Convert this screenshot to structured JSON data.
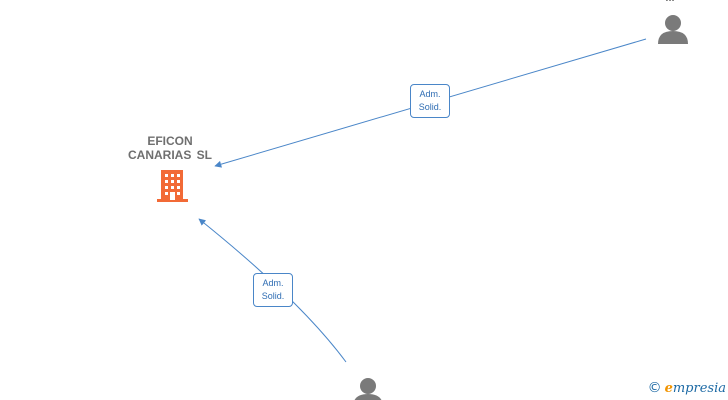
{
  "company": {
    "name_line1": "EFICON",
    "name_line2": "CANARIAS  SL",
    "icon": "building-icon",
    "color": "#f26a36"
  },
  "persons": {
    "top_right_label": "...",
    "icon": "person-icon",
    "color": "#7a7a7a"
  },
  "edges": [
    {
      "label_line1": "Adm.",
      "label_line2": "Solid."
    },
    {
      "label_line1": "Adm.",
      "label_line2": "Solid."
    }
  ],
  "edge_color": "#4a86c8",
  "watermark": {
    "copyright": "©",
    "brand_first": "e",
    "brand_rest": "mpresia"
  }
}
